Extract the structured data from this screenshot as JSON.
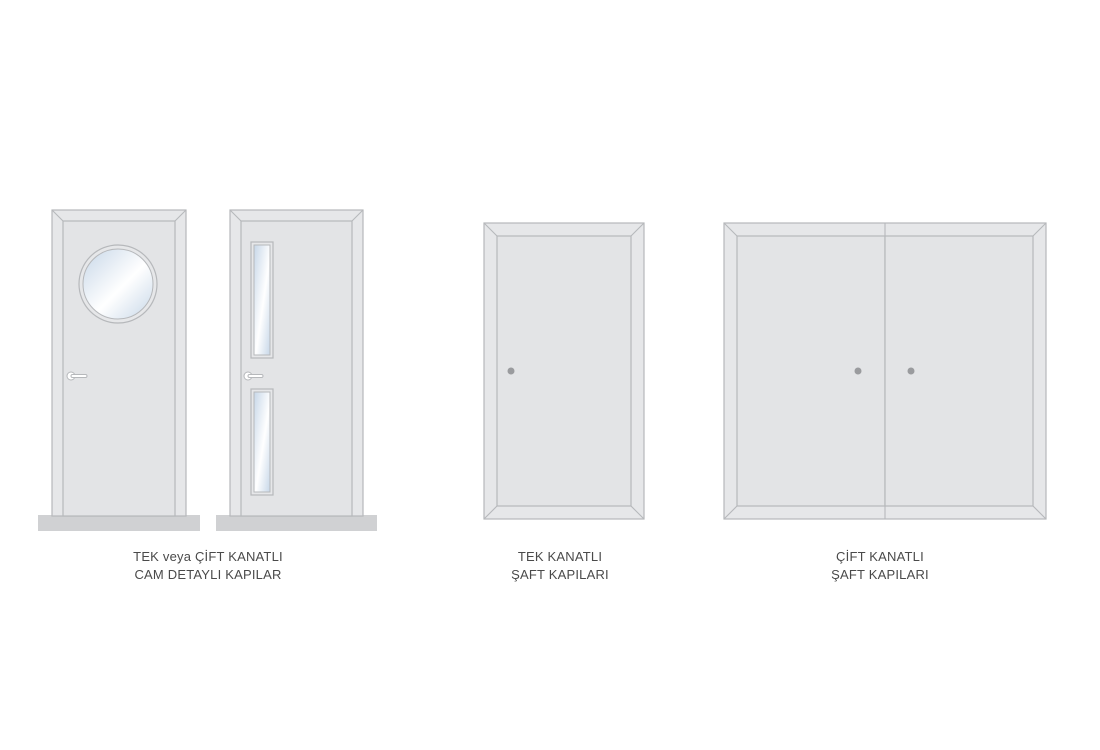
{
  "colors": {
    "background": "#ffffff",
    "frame_fill": "#e6e7e9",
    "leaf_fill": "#e3e4e6",
    "outline": "#b6b8bb",
    "floor_fill": "#d0d1d3",
    "glass_light": "#ffffff",
    "glass_tint": "#c7d7e8",
    "knob": "#9a9b9e",
    "caption_text": "#4a4a4a"
  },
  "groups": [
    {
      "caption_line1": "TEK veya ÇİFT KANATLI",
      "caption_line2": "CAM DETAYLI KAPILAR"
    },
    {
      "caption_line1": "TEK KANATLI",
      "caption_line2": "ŞAFT KAPILARI"
    },
    {
      "caption_line1": "ÇİFT KANATLI",
      "caption_line2": "ŞAFT KAPILARI"
    }
  ],
  "icons": {
    "round_window_door": "door-round-window-icon",
    "slot_window_door": "door-slot-windows-icon",
    "single_shaft_door": "single-shaft-door-icon",
    "double_shaft_door": "double-shaft-door-icon"
  }
}
